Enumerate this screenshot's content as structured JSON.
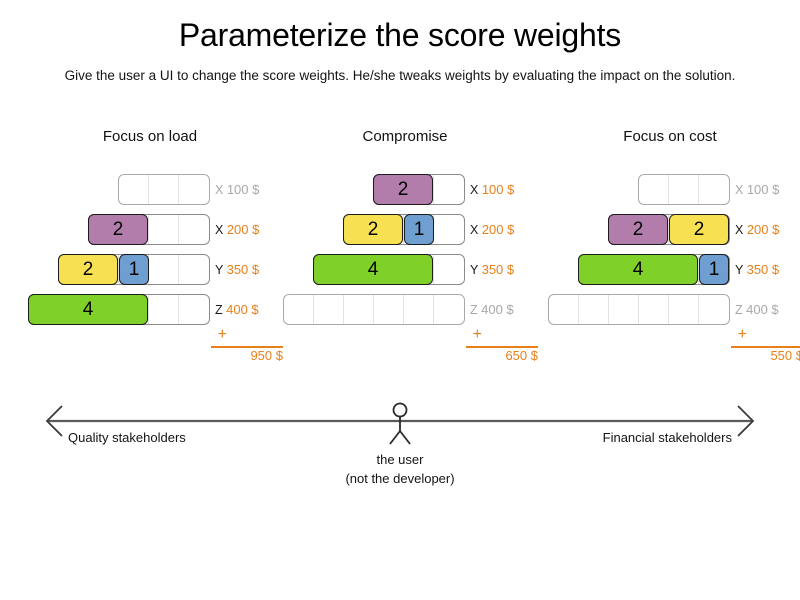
{
  "header": {
    "title": "Parameterize the score weights",
    "subtitle": "Give the user a UI to change the score weights. He/she tweaks weights by evaluating the impact on the solution."
  },
  "colors": {
    "accent_orange": "#e8801a",
    "inactive_gray": "#a8a8a8",
    "segment_purple": "#b27cab",
    "segment_yellow": "#f7e152",
    "segment_blue": "#6f9fd0",
    "segment_green": "#80d02a",
    "track_border": "#a9a9a9",
    "segment_border": "#1c1c1c"
  },
  "columns": [
    {
      "title": "Focus on load",
      "slot_count": 6,
      "rows": [
        {
          "key": "X",
          "amount": "100 $",
          "active": false,
          "slots": 3,
          "segments": []
        },
        {
          "key": "X",
          "amount": "200 $",
          "active": true,
          "slots": 4,
          "segments": [
            {
              "value": "2",
              "units": 2,
              "color": "purple"
            }
          ]
        },
        {
          "key": "Y",
          "amount": "350 $",
          "active": true,
          "slots": 5,
          "segments": [
            {
              "value": "2",
              "units": 2,
              "color": "yellow"
            },
            {
              "value": "1",
              "units": 1,
              "color": "blue"
            }
          ]
        },
        {
          "key": "Z",
          "amount": "400 $",
          "active": true,
          "slots": 6,
          "segments": [
            {
              "value": "4",
              "units": 4,
              "color": "green"
            }
          ]
        }
      ],
      "total": {
        "plus": "+",
        "value": "950 $"
      }
    },
    {
      "title": "Compromise",
      "slot_count": 6,
      "rows": [
        {
          "key": "X",
          "amount": "100 $",
          "active": true,
          "slots": 3,
          "segments": [
            {
              "value": "2",
              "units": 2,
              "color": "purple"
            }
          ]
        },
        {
          "key": "X",
          "amount": "200 $",
          "active": true,
          "slots": 4,
          "segments": [
            {
              "value": "2",
              "units": 2,
              "color": "yellow"
            },
            {
              "value": "1",
              "units": 1,
              "color": "blue"
            }
          ]
        },
        {
          "key": "Y",
          "amount": "350 $",
          "active": true,
          "slots": 5,
          "segments": [
            {
              "value": "4",
              "units": 4,
              "color": "green"
            }
          ]
        },
        {
          "key": "Z",
          "amount": "400 $",
          "active": false,
          "slots": 6,
          "segments": []
        }
      ],
      "total": {
        "plus": "+",
        "value": "650 $"
      }
    },
    {
      "title": "Focus on cost",
      "slot_count": 6,
      "rows": [
        {
          "key": "X",
          "amount": "100 $",
          "active": false,
          "slots": 3,
          "segments": []
        },
        {
          "key": "X",
          "amount": "200 $",
          "active": true,
          "slots": 4,
          "segments": [
            {
              "value": "2",
              "units": 2,
              "color": "purple"
            },
            {
              "value": "2",
              "units": 2,
              "color": "yellow"
            }
          ]
        },
        {
          "key": "Y",
          "amount": "350 $",
          "active": true,
          "slots": 5,
          "segments": [
            {
              "value": "4",
              "units": 4,
              "color": "green"
            },
            {
              "value": "1",
              "units": 1,
              "color": "blue"
            }
          ]
        },
        {
          "key": "Z",
          "amount": "400 $",
          "active": false,
          "slots": 6,
          "segments": []
        }
      ],
      "total": {
        "plus": "+",
        "value": "550 $"
      }
    }
  ],
  "axis": {
    "left_label": "Quality stakeholders",
    "right_label": "Financial stakeholders",
    "caption_line1": "the user",
    "caption_line2": "(not the developer)"
  }
}
